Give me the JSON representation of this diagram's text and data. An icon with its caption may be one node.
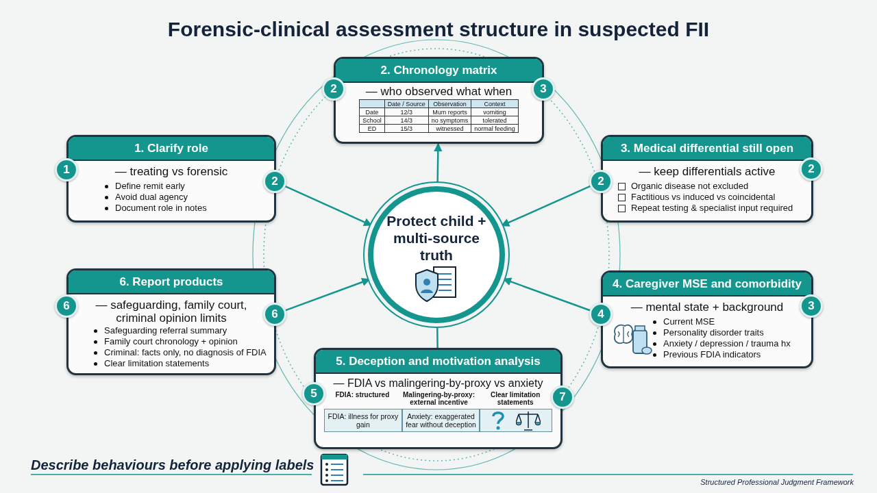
{
  "diagram": {
    "title": "Forensic-clinical assessment structure in suspected FII",
    "caption": "Describe behaviours before applying labels",
    "nodes": [
      {
        "text": [
          "2. Chronology matrix",
          "— who observed what when"
        ]
      },
      {
        "text": [
          "2"
        ]
      },
      {
        "text": [
          "3"
        ]
      },
      {
        "text": [
          "1. Clarify role",
          "— treating vs forensic",
          "Define remit early",
          "Avoid dual agency",
          "Document role in notes"
        ]
      },
      {
        "text": [
          "1"
        ]
      },
      {
        "text": [
          "2"
        ]
      },
      {
        "text": [
          "3. Medical differential still open",
          "— keep differentials active",
          "Organic disease not excluded",
          "Factitious vs induced vs coincidental",
          "Repeat testing & specialist input required"
        ]
      },
      {
        "text": [
          "2"
        ]
      },
      {
        "text": [
          "2"
        ]
      },
      {
        "text": [
          "Protect child + multi-source truth"
        ]
      },
      {
        "text": [
          "6. Report products",
          "— safeguarding, family court, criminal opinion limits",
          "Safeguarding referral summary",
          "Family court chronology + opinion",
          "Criminal: facts only, no diagnosis of FDIA",
          "Clear limitation statements"
        ]
      },
      {
        "text": [
          "6"
        ]
      },
      {
        "text": [
          "6"
        ]
      },
      {
        "text": [
          "4. Caregiver MSE and comorbidity",
          "— mental state + background",
          "Current MSE",
          "Personality disorder traits",
          "Anxiety / depression / trauma hx",
          "Previous FDIA indicators"
        ]
      },
      {
        "text": [
          "4"
        ]
      },
      {
        "text": [
          "3"
        ]
      },
      {
        "text": [
          "5. Deception and motivation analysis",
          "— FDIA vs malingering-by-proxy vs anxiety",
          "FDIA: structured",
          "Malingering-by-proxy: external incentive",
          "Clear limitation statements",
          "FDIA: illness for proxy gain",
          "Anxiety: exaggerated fear without deception"
        ]
      },
      {
        "text": [
          "5"
        ]
      },
      {
        "text": [
          "7"
        ]
      }
    ],
    "edges": [
      {
        "from": 5,
        "to": 9,
        "arrow": "to"
      },
      {
        "from": 7,
        "to": 9,
        "arrow": "to"
      },
      {
        "from": 12,
        "to": 9,
        "arrow": "to"
      },
      {
        "from": 14,
        "to": 9,
        "arrow": "to"
      },
      {
        "from": 9,
        "to": 0,
        "arrow": "to"
      },
      {
        "from": 9,
        "to": 16,
        "arrow": "none"
      }
    ],
    "labels": [
      "Date / Source",
      "Observation",
      "Context",
      "Date",
      "12/3",
      "Mum reports",
      "vomiting",
      "School",
      "14/3",
      "no symptoms",
      "tolerated",
      "ED",
      "15/3",
      "witnessed",
      "normal feeding",
      "Structured Professional Judgment Framework"
    ]
  }
}
